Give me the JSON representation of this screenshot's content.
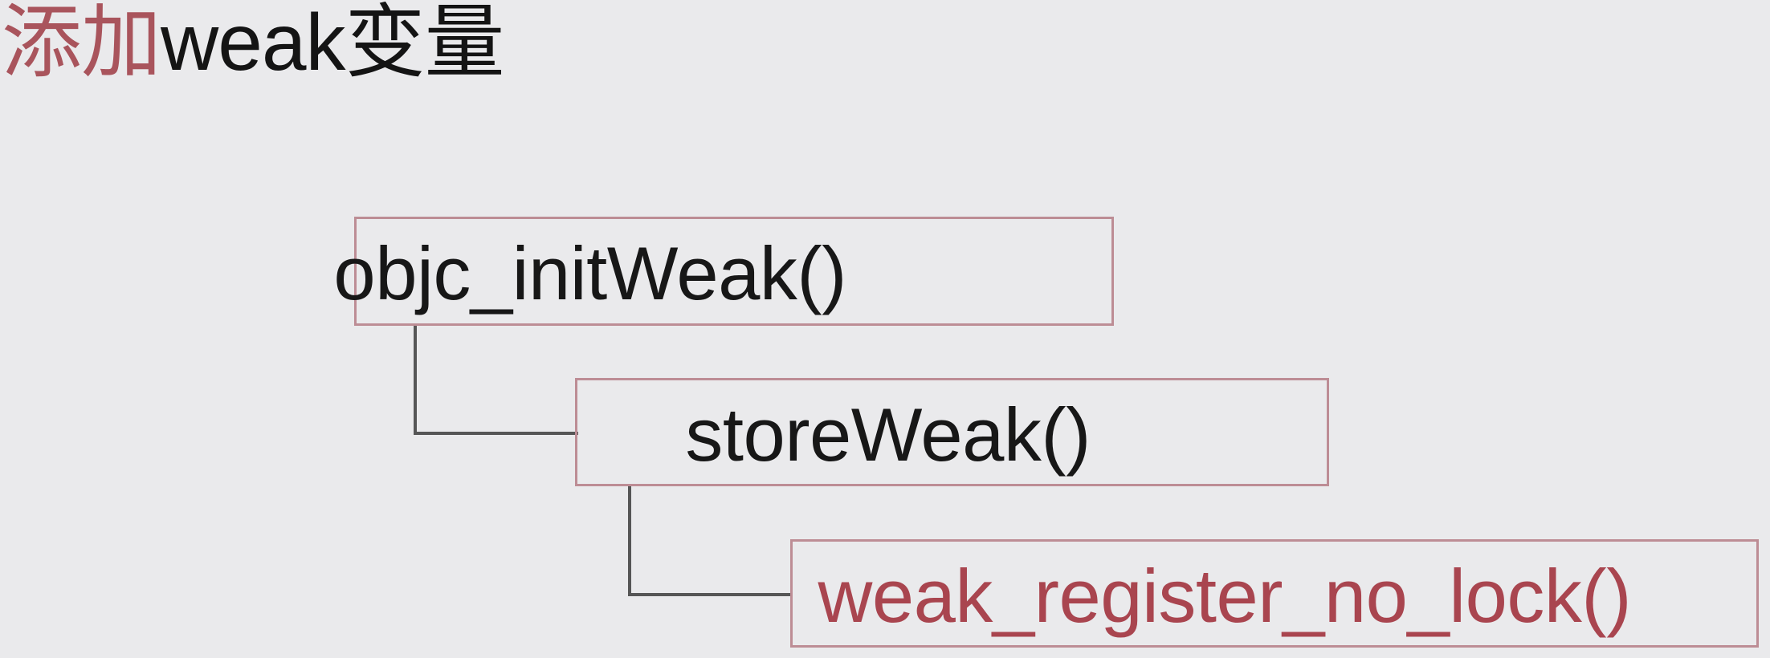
{
  "slide": {
    "background_color": "#eaeaec",
    "title": {
      "accent_text": "添加",
      "accent_color": "#a9545c",
      "plain_text": "weak变量",
      "plain_color": "#141414",
      "full_text": "添加weak变量"
    }
  },
  "diagram": {
    "type": "call-flow-hierarchy",
    "box_border_color": "#bd8d95",
    "connector_color": "#565656",
    "nodes": [
      {
        "id": "objc-init-weak",
        "label": "objc_initWeak()",
        "text_color": "#171717",
        "level": 1
      },
      {
        "id": "store-weak",
        "label": "storeWeak()",
        "text_color": "#171717",
        "level": 2
      },
      {
        "id": "weak-register-no-lock",
        "label": "weak_register_no_lock()",
        "text_color": "#a9454f",
        "level": 3
      }
    ],
    "edges": [
      {
        "from": "objc-init-weak",
        "to": "store-weak"
      },
      {
        "from": "store-weak",
        "to": "weak-register-no-lock"
      }
    ]
  }
}
